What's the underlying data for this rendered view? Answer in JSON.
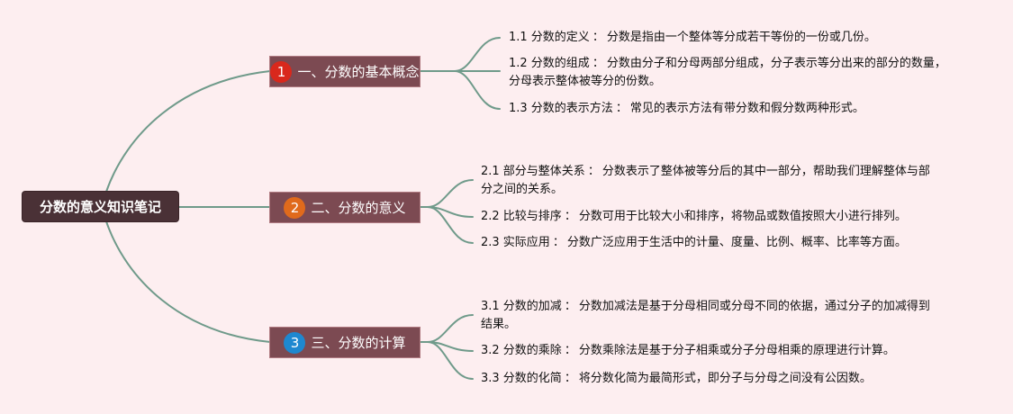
{
  "root": {
    "title": "分数的意义知识笔记"
  },
  "topics": [
    {
      "number": "1",
      "badge_color": "#d9281c",
      "label": "一、分数的基本概念",
      "items": [
        {
          "label": "1.1 分数的定义",
          "sep": "：",
          "text": "分数是指由一个整体等分成若干等份的一份或几份。"
        },
        {
          "label": "1.2 分数的组成",
          "sep": "：",
          "text": "分数由分子和分母两部分组成，分子表示等分出来的部分的数量，分母表示整体被等分的份数。"
        },
        {
          "label": "1.3 分数的表示方法",
          "sep": "：",
          "text": "常见的表示方法有带分数和假分数两种形式。"
        }
      ]
    },
    {
      "number": "2",
      "badge_color": "#e06a1c",
      "label": "二、分数的意义",
      "items": [
        {
          "label": "2.1 部分与整体关系",
          "sep": "：",
          "text": "分数表示了整体被等分后的其中一部分，帮助我们理解整体与部分之间的关系。"
        },
        {
          "label": "2.2 比较与排序",
          "sep": "：",
          "text": "分数可用于比较大小和排序，将物品或数值按照大小进行排列。"
        },
        {
          "label": "2.3 实际应用",
          "sep": "：",
          "text": "分数广泛应用于生活中的计量、度量、比例、概率、比率等方面。"
        }
      ]
    },
    {
      "number": "3",
      "badge_color": "#1e88d0",
      "label": "三、分数的计算",
      "items": [
        {
          "label": "3.1 分数的加减",
          "sep": "：",
          "text": "分数加减法是基于分母相同或分母不同的依据，通过分子的加减得到结果。"
        },
        {
          "label": "3.2 分数的乘除",
          "sep": "：",
          "text": "分数乘除法是基于分子相乘或分子分母相乘的原理进行计算。"
        },
        {
          "label": "3.3 分数的化简",
          "sep": "：",
          "text": "将分数化简为最简形式，即分子与分母之间没有公因数。"
        }
      ]
    }
  ],
  "colors": {
    "background": "#fdeef0",
    "connector": "#6f9a8a",
    "root_fill": "#4a3136",
    "topic_fill": "#7c4a52"
  }
}
